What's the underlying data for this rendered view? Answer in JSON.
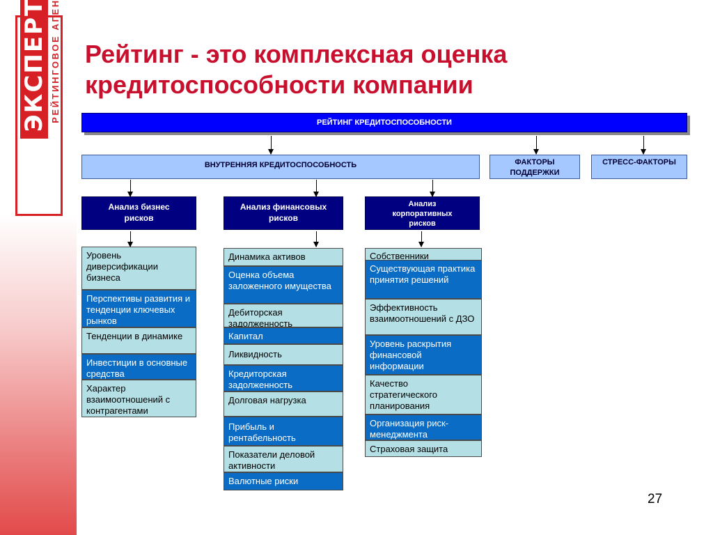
{
  "logo": {
    "main": "ЭКСПЕРТ РА",
    "sub": "РЕЙТИНГОВОЕ АГЕНТСТВО"
  },
  "title": {
    "line1": "Рейтинг - это комплексная оценка",
    "line2": "кредитоспособности компании"
  },
  "diagram": {
    "root": "РЕЙТИНГ КРЕДИТОСПОСОБНОСТИ",
    "internal": "ВНУТРЕННЯЯ КРЕДИТОСПОСОБНОСТЬ",
    "support": "ФАКТОРЫ ПОДДЕРЖКИ",
    "stress": "СТРЕСС-ФАКТОРЫ",
    "business_header": "Анализ бизнес рисков",
    "financial_header": "Анализ финансовых рисков",
    "corporate_header": "Анализ корпоративных рисков",
    "business_items": [
      "Уровень диверсификации бизнеса",
      "Перспективы развития и тенденции ключевых рынков",
      "Тенденции в динамике",
      "Инвестиции в основные средства",
      "Характер взаимоотношений с контрагентами"
    ],
    "financial_items": [
      "Динамика активов",
      "Оценка объема заложенного имущества",
      "Дебиторская задолженность",
      "Капитал",
      "Ликвидность",
      "Кредиторская задолженность",
      "Долговая нагрузка",
      "Прибыль и рентабельность",
      "Показатели деловой активности",
      "Валютные риски"
    ],
    "corporate_items": [
      "Собственники",
      "Существующая практика принятия решений",
      "Эффективность взаимоотношений с ДЗО",
      "Уровень раскрытия финансовой информации",
      "Качество стратегического планирования",
      "Организация риск-менеджмента",
      "Страховая защита"
    ]
  },
  "page_number": "27"
}
